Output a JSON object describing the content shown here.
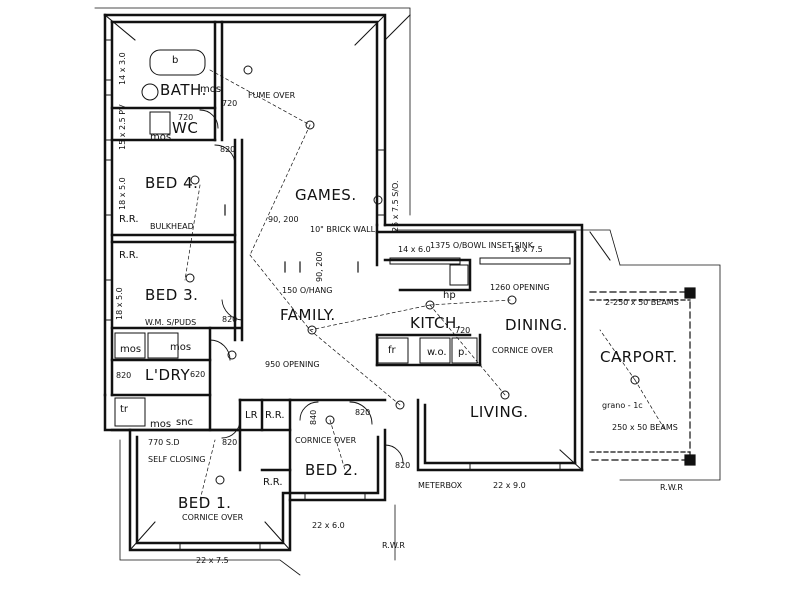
{
  "rooms": {
    "bath": "BATH.",
    "wc": "WC",
    "bed4": "BED 4.",
    "bed3": "BED 3.",
    "bed2": "BED 2.",
    "bed1": "BED 1.",
    "games": "GAMES.",
    "family": "FAMILY.",
    "kitchen": "KITCH.",
    "dining": "DINING.",
    "living": "LIVING.",
    "laundry": "L'DRY",
    "carport": "CARPORT."
  },
  "annotations": {
    "brick_wall": "10\" BRICK WALL",
    "bulkhead": "BULKHEAD",
    "opening_150": "150 O/HANG",
    "opening_950": "950 OPENING",
    "opening_1260": "1260 OPENING",
    "cornice_over_kit": "CORNICE OVER",
    "cornice_over_bed2": "CORNICE OVER",
    "cornice_over_bed1": "CORNICE OVER",
    "inset_sink": "1375 O/BOWL INSET SINK",
    "beams_top": "2-250 x 50 BEAMS",
    "beams_bottom": "250 x 50 BEAMS",
    "carport_floor": "grano - 1c",
    "meterbox": "METERBOX",
    "rwr_right": "R.W.R",
    "rwr_bottom": "R.W.R",
    "self_closing": "SELF CLOSING",
    "games_window": "25 x 7.5 S/O.",
    "fume_over": "FUME OVER",
    "wm_spuds": "W.M. S/PUDS"
  },
  "dimensions": {
    "top_left": "14 x 3.0",
    "bath_side": "15 x 2.5 PV",
    "bed4_side": "18 x 5.0",
    "bed3_side": "18 x 5.0",
    "kitchen_win": "14 x 6.0",
    "dining_win": "18 x 7.5",
    "living_win": "22 x 9.0",
    "bed2_win": "22 x 6.0",
    "bed1_win": "22 x 7.5",
    "d820_a": "820",
    "d820_b": "820",
    "d820_c": "820",
    "d820_d": "820",
    "d820_e": "820",
    "d820_f": "820",
    "d720_bath": "720",
    "d720_wc": "720",
    "d720_kit": "720",
    "d620": "620",
    "d840": "840",
    "d770": "770 S.D",
    "d90_200a": "90, 200",
    "d90_200b": "90, 200"
  },
  "fixtures": {
    "rr1": "R.R.",
    "rr2": "R.R.",
    "rr3": "R.R.",
    "rr4": "R.R.",
    "lr": "LR",
    "mos1": "mos",
    "mos2": "mos",
    "mos3": "mos",
    "mos4": "mos",
    "mos5": "mos",
    "fr": "fr",
    "wo": "w.o.",
    "p": "p.",
    "hp": "hp",
    "snc": "snc",
    "tr": "tr",
    "b": "b"
  }
}
